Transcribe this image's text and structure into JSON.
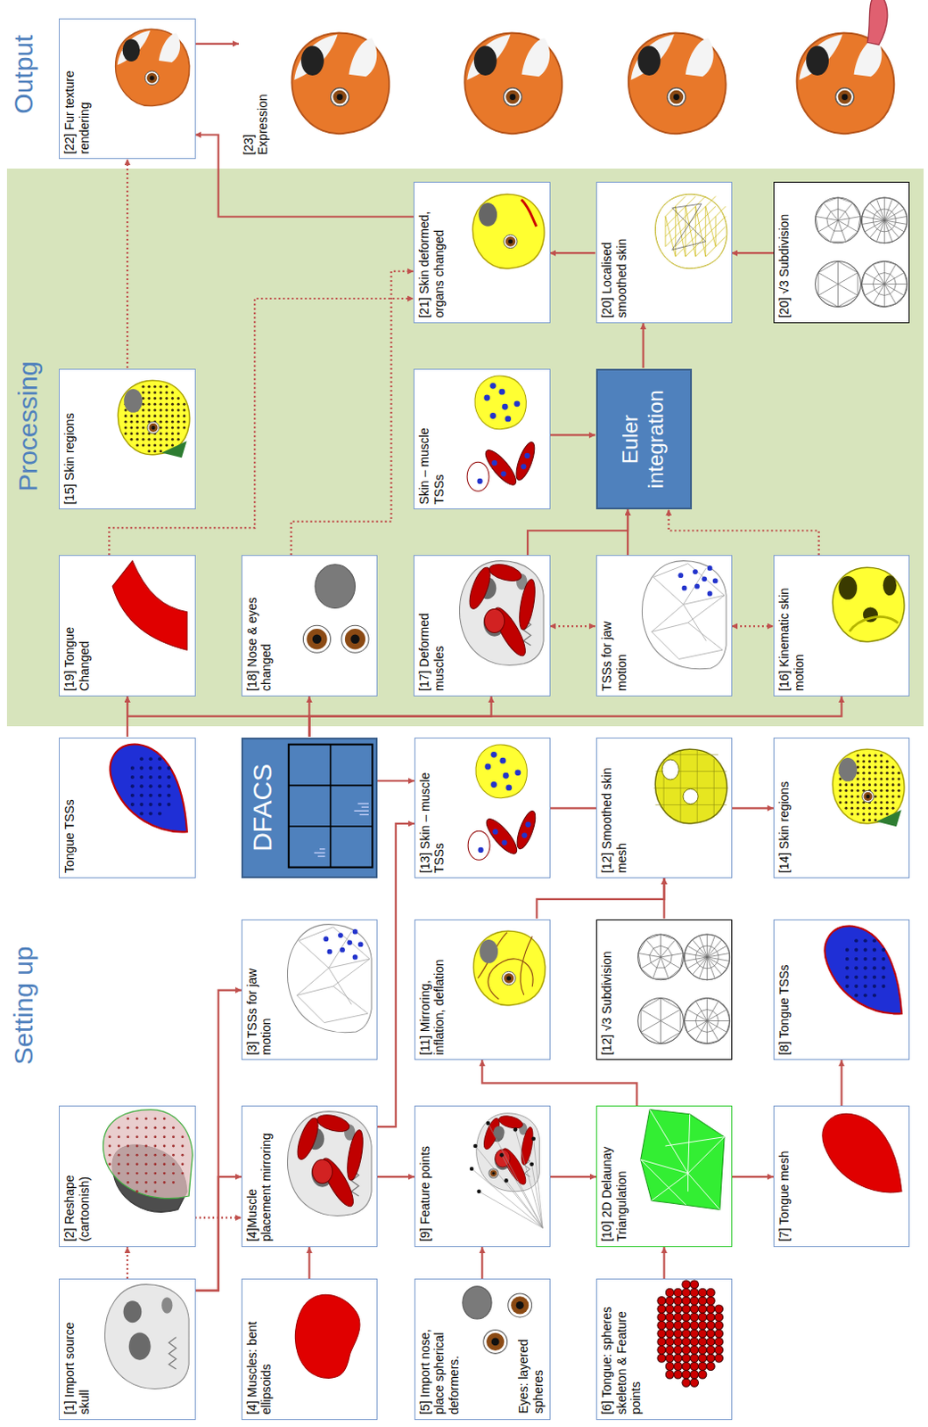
{
  "diagram": {
    "nodes": [
      {
        "text": [
          "Processing"
        ]
      },
      {
        "text": [
          "[1] Import source skull"
        ]
      },
      {
        "text": [
          "[4] Muscles: bent ellipsoids"
        ]
      },
      {
        "text": [
          "[5] Import nose, place spherical deformers.",
          "Eyes: layered spheres"
        ]
      },
      {
        "text": [
          "[6] Tongue: spheres skeleton & Feature points"
        ]
      },
      {
        "text": [
          "[2] Reshape (cartoonish)"
        ]
      },
      {
        "text": [
          "[4]Muscle placement mirroring"
        ]
      },
      {
        "text": [
          "[9] Feature points"
        ]
      },
      {
        "text": [
          "[10] 2D Delaunay Triangulation"
        ]
      },
      {
        "text": [
          "[7] Tongue mesh"
        ]
      },
      {
        "text": [
          "[3] TSSs for jaw motion"
        ]
      },
      {
        "text": [
          "[11] Mirroring, inflation, deflation"
        ]
      },
      {
        "text": [
          "[12] √3 Subdivision"
        ]
      },
      {
        "text": [
          "[8] Tongue TSSs"
        ]
      },
      {
        "text": [
          "Tongue TSSs"
        ]
      },
      {
        "text": [
          "DFACS"
        ]
      },
      {
        "text": [
          "[13] Skin – muscle TSSs"
        ]
      },
      {
        "text": [
          "[12] Smoothed skin mesh"
        ]
      },
      {
        "text": [
          "[14] Skin regions"
        ]
      },
      {
        "text": [
          "[19] Tongue Changed"
        ],
        "in": 0
      },
      {
        "text": [
          "[18] Nose & eyes changed"
        ],
        "in": 0
      },
      {
        "text": [
          "[17] Deformed muscles"
        ],
        "in": 0
      },
      {
        "text": [
          "TSSs for jaw motion"
        ],
        "in": 0
      },
      {
        "text": [
          "[16] Kinematic skin motion"
        ],
        "in": 0
      },
      {
        "text": [
          "[15] Skin regions"
        ],
        "in": 0
      },
      {
        "text": [
          "Skin – muscle TSSs"
        ],
        "in": 0
      },
      {
        "text": [
          "Euler integration"
        ],
        "in": 0
      },
      {
        "text": [
          "[21] Skin deformed, organs changed"
        ],
        "in": 0
      },
      {
        "text": [
          "[20] Localised smoothed skin"
        ],
        "in": 0
      },
      {
        "text": [
          "[20] √3 Subdivision"
        ],
        "in": 0
      },
      {
        "text": [
          "[22] Fur texture rendering"
        ]
      },
      {
        "text": [
          "[23] Expression"
        ]
      }
    ],
    "edges": [
      {
        "from": 1,
        "to": 5,
        "arrow": "to"
      },
      {
        "from": 1,
        "to": 6,
        "arrow": "to"
      },
      {
        "from": 1,
        "to": 10,
        "arrow": "to"
      },
      {
        "from": 5,
        "to": 6,
        "arrow": "to"
      },
      {
        "from": 2,
        "to": 6,
        "arrow": "to"
      },
      {
        "from": 6,
        "to": 7,
        "arrow": "to"
      },
      {
        "from": 6,
        "to": 16,
        "arrow": "to"
      },
      {
        "from": 3,
        "to": 7,
        "arrow": "to"
      },
      {
        "from": 4,
        "to": 8,
        "arrow": "to"
      },
      {
        "from": 7,
        "to": 8,
        "arrow": "to"
      },
      {
        "from": 8,
        "to": 9,
        "arrow": "to"
      },
      {
        "from": 8,
        "to": 11,
        "arrow": "to"
      },
      {
        "from": 11,
        "to": 17,
        "arrow": "to"
      },
      {
        "from": 12,
        "to": 17,
        "arrow": "to"
      },
      {
        "from": 9,
        "to": 13,
        "arrow": "to"
      },
      {
        "from": 17,
        "to": 16,
        "arrow": "to"
      },
      {
        "from": 17,
        "to": 18,
        "arrow": "to"
      },
      {
        "from": 15,
        "to": 16,
        "arrow": "to"
      },
      {
        "from": 14,
        "to": 19,
        "arrow": "to"
      },
      {
        "from": 15,
        "to": 19,
        "arrow": "to"
      },
      {
        "from": 15,
        "to": 20,
        "arrow": "to"
      },
      {
        "from": 15,
        "to": 21,
        "arrow": "to"
      },
      {
        "from": 15,
        "to": 23,
        "arrow": "to"
      },
      {
        "from": 21,
        "to": 22,
        "arrow": "both"
      },
      {
        "from": 22,
        "to": 23,
        "arrow": "both"
      },
      {
        "from": 21,
        "to": 26,
        "arrow": "to"
      },
      {
        "from": 22,
        "to": 26,
        "arrow": "to"
      },
      {
        "from": 23,
        "to": 26,
        "arrow": "to"
      },
      {
        "from": 25,
        "to": 26,
        "arrow": "to"
      },
      {
        "from": 26,
        "to": 28,
        "arrow": "to"
      },
      {
        "from": 29,
        "to": 28,
        "arrow": "to"
      },
      {
        "from": 28,
        "to": 27,
        "arrow": "to"
      },
      {
        "from": 19,
        "to": 27,
        "arrow": "to"
      },
      {
        "from": 20,
        "to": 27,
        "arrow": "to"
      },
      {
        "from": 24,
        "to": 30,
        "arrow": "to"
      },
      {
        "from": 27,
        "to": 30,
        "arrow": "to"
      },
      {
        "from": 30,
        "to": 31,
        "arrow": "to"
      }
    ],
    "labels": [
      "Setting up",
      "Output"
    ]
  }
}
